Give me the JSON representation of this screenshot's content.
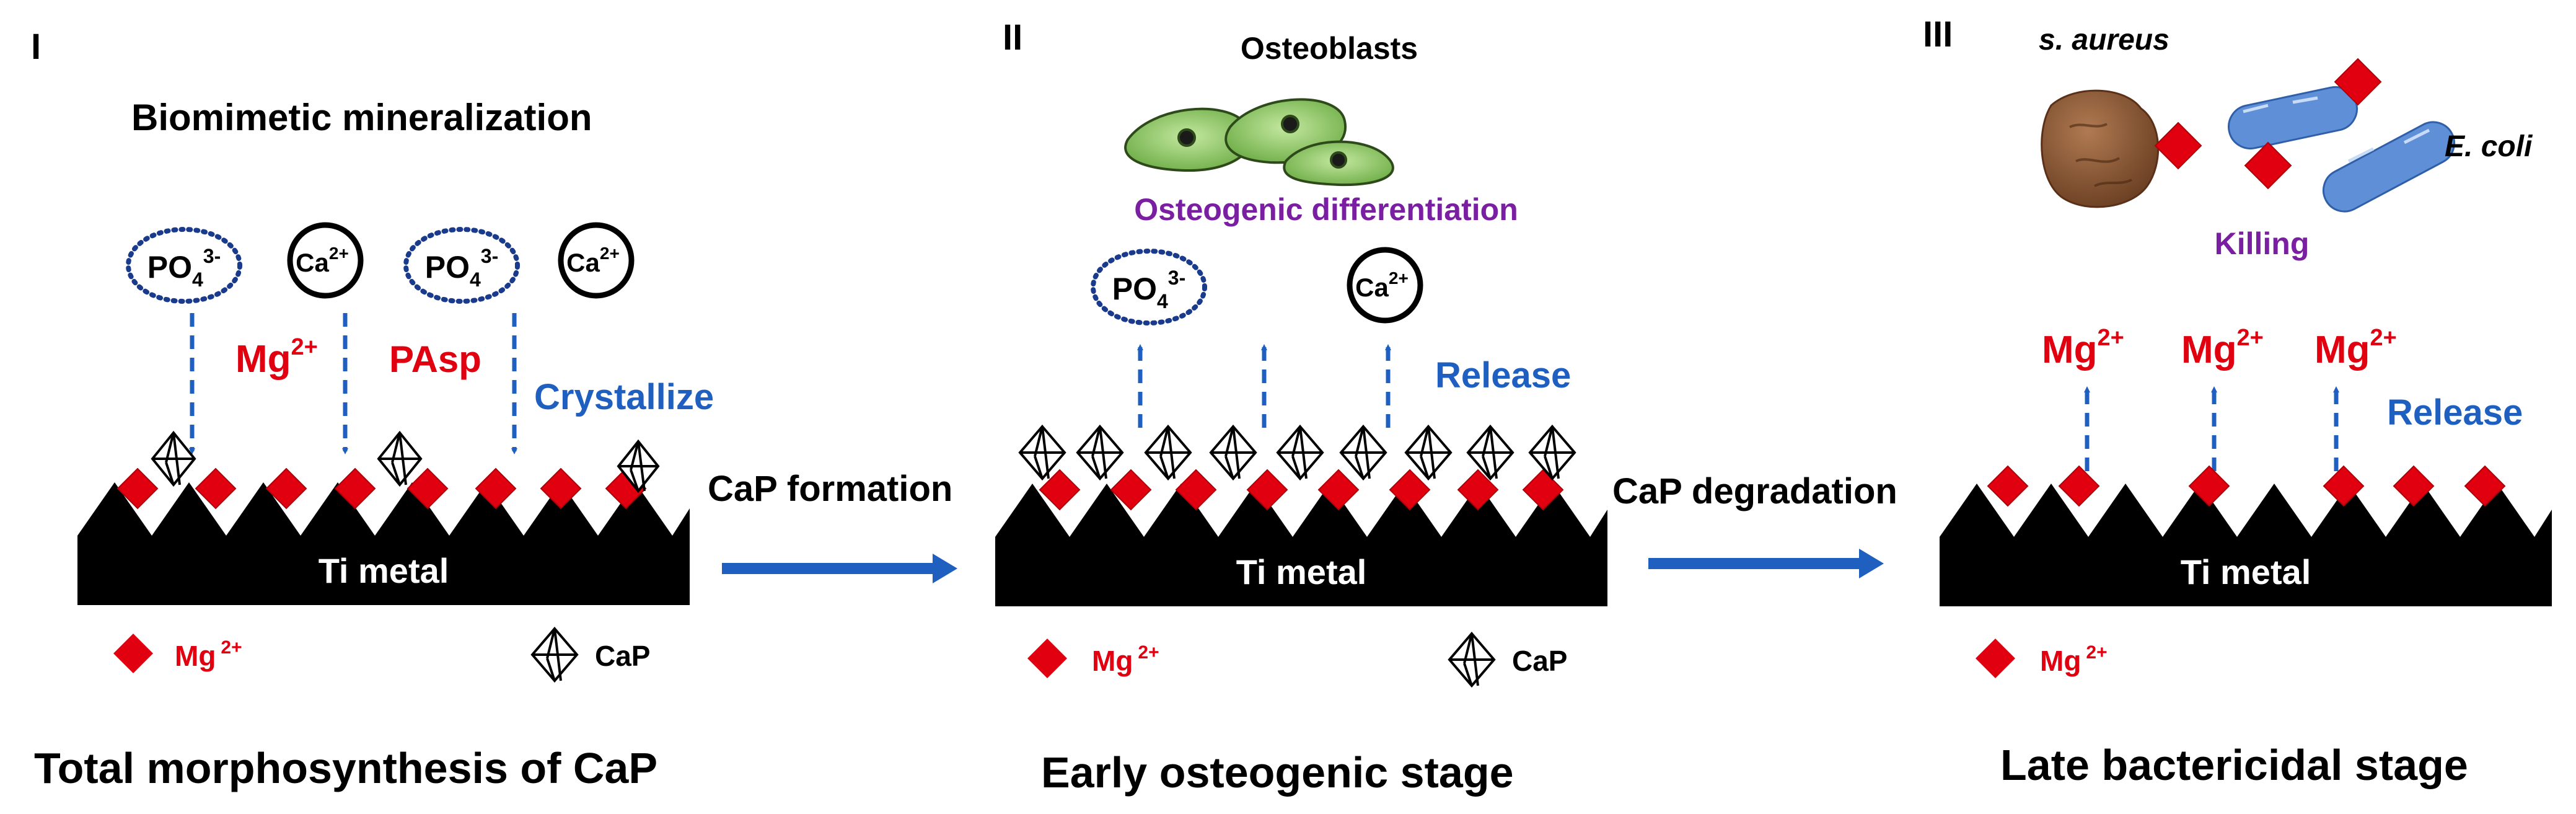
{
  "colors": {
    "red": "#e0000f",
    "blue": "#1f5fbf",
    "purple": "#7a1fa2",
    "black": "#000000",
    "navy_dots": "#1a3a8c",
    "cell_green": "#8fc46a",
    "bacteria_blue": "#5f8fd6",
    "bacteria_brown": "#8a5a3a"
  },
  "panel1": {
    "numeral": "I",
    "heading": "Biomimetic mineralization",
    "ion_po4": "PO",
    "ion_po4_sub": "4",
    "ion_po4_sup": "3-",
    "ion_ca": "Ca",
    "ion_ca_sup": "2+",
    "label_mg": "Mg",
    "label_mg_sup": "2+",
    "label_pasp": "PAsp",
    "label_crystallize": "Crystallize",
    "substrate": "Ti metal",
    "legend_mg": "Mg",
    "legend_mg_sup": "2+",
    "legend_cap": "CaP",
    "caption": "Total morphosynthesis of CaP"
  },
  "arrow1_label": "CaP formation",
  "panel2": {
    "numeral": "II",
    "cells_label": "Osteoblasts",
    "differentiation_label": "Osteogenic differentiation",
    "ion_po4": "PO",
    "ion_po4_sub": "4",
    "ion_po4_sup": "3-",
    "ion_ca": "Ca",
    "ion_ca_sup": "2+",
    "label_release": "Release",
    "substrate": "Ti metal",
    "legend_mg": "Mg",
    "legend_mg_sup": "2+",
    "legend_cap": "CaP",
    "caption": "Early osteogenic stage"
  },
  "arrow2_label": "CaP degradation",
  "panel3": {
    "numeral": "III",
    "saureus_label": "s. aureus",
    "ecoli_label": "E. coli",
    "killing_label": "Killing",
    "mg1": "Mg",
    "mg1_sup": "2+",
    "mg2": "Mg",
    "mg2_sup": "2+",
    "mg3": "Mg",
    "mg3_sup": "2+",
    "label_release": "Release",
    "substrate": "Ti metal",
    "legend_mg": "Mg",
    "legend_mg_sup": "2+",
    "caption": "Late bactericidal stage"
  }
}
